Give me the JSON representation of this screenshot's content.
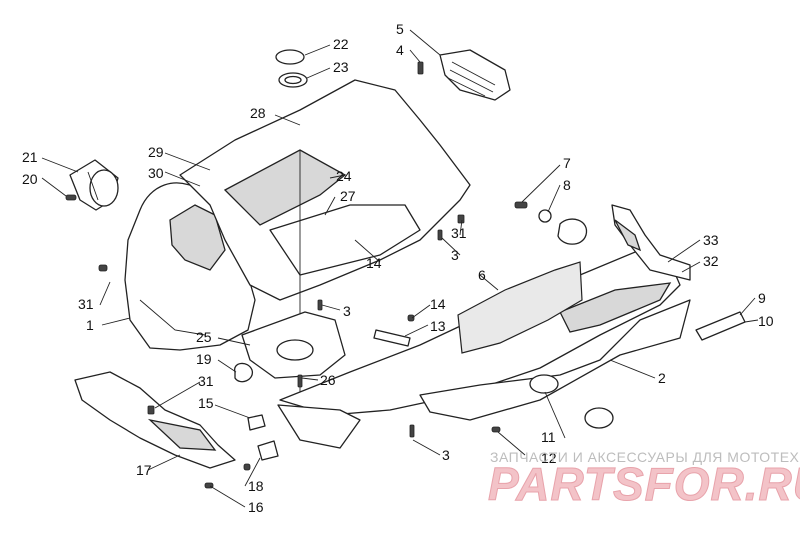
{
  "watermark": {
    "caption": "ЗАПЧАСТИ И АКСЕССУАРЫ ДЛЯ МОТОТЕХНИКИ",
    "brand": "PARTSFOR.RU"
  },
  "callouts": {
    "c1": "1",
    "c2": "2",
    "c3a": "3",
    "c3b": "3",
    "c3c": "3",
    "c4": "4",
    "c5": "5",
    "c6": "6",
    "c7": "7",
    "c8": "8",
    "c9": "9",
    "c10": "10",
    "c11": "11",
    "c12": "12",
    "c13": "13",
    "c14a": "14",
    "c14b": "14",
    "c15": "15",
    "c16": "16",
    "c17": "17",
    "c18": "18",
    "c19": "19",
    "c20": "20",
    "c21": "21",
    "c22": "22",
    "c23": "23",
    "c24": "24",
    "c25": "25",
    "c26": "26",
    "c27": "27",
    "c28": "28",
    "c29": "29",
    "c30": "30",
    "c31a": "31",
    "c31b": "31",
    "c31c": "31",
    "c32": "32",
    "c33": "33"
  }
}
